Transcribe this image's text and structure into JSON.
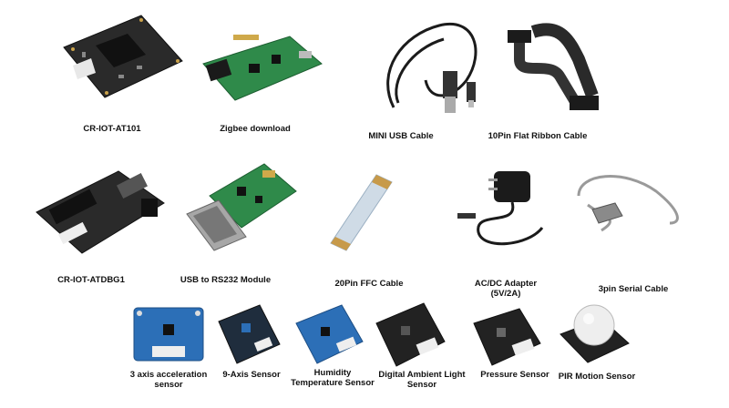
{
  "colors": {
    "pcb_dark": "#2a2a2a",
    "pcb_green": "#2f8a4a",
    "pcb_blue": "#2c6fb7",
    "cable_black": "#1b1b1b",
    "ffc": "#cfdbe6",
    "text": "#111111"
  },
  "items": [
    {
      "icon": "iot-board-icon",
      "label": "CR-IOT-AT101"
    },
    {
      "icon": "zigbee-board-icon",
      "label": "Zigbee download"
    },
    {
      "icon": "usb-cable-icon",
      "label": "MINI USB Cable"
    },
    {
      "icon": "ribbon-cable-icon",
      "label": "10Pin Flat Ribbon Cable"
    },
    {
      "icon": "debug-board-icon",
      "label": "CR-IOT-ATDBG1"
    },
    {
      "icon": "rs232-module-icon",
      "label": "USB to RS232 Module"
    },
    {
      "icon": "ffc-cable-icon",
      "label": "20Pin FFC Cable"
    },
    {
      "icon": "power-adapter-icon",
      "label": "AC/DC Adapter\n(5V/2A)"
    },
    {
      "icon": "serial-cable-icon",
      "label": "3pin Serial Cable"
    },
    {
      "icon": "accel-sensor-icon",
      "label": "3 axis acceleration\nsensor"
    },
    {
      "icon": "nine-axis-sensor-icon",
      "label": "9-Axis Sensor"
    },
    {
      "icon": "humidity-sensor-icon",
      "label": "Humidity\nTemperature Sensor"
    },
    {
      "icon": "light-sensor-icon",
      "label": "Digital Ambient Light\nSensor"
    },
    {
      "icon": "pressure-sensor-icon",
      "label": "Pressure Sensor"
    },
    {
      "icon": "pir-sensor-icon",
      "label": "PIR Motion Sensor"
    }
  ]
}
